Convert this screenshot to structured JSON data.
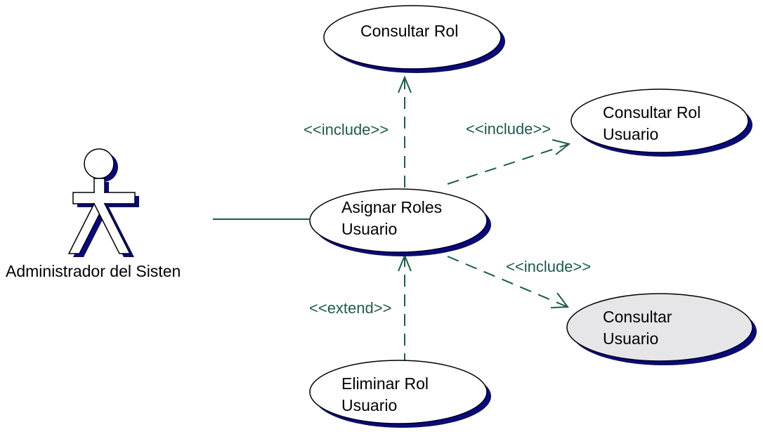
{
  "colors": {
    "shadow": "#0a0a7a",
    "edge": "#1f5a4f",
    "ellipse_fill": "#ffffff",
    "highlight_fill": "#e6e6e8",
    "stroke": "#000000"
  },
  "actor": {
    "name": "Administrador del Sisten"
  },
  "use_cases": {
    "consultar_rol": {
      "lines": [
        "Consultar Rol"
      ]
    },
    "consultar_rol_usuario": {
      "lines": [
        "Consultar Rol",
        "Usuario"
      ]
    },
    "asignar_roles_usuario": {
      "lines": [
        "Asignar Roles",
        "Usuario"
      ]
    },
    "consultar_usuario": {
      "lines": [
        "Consultar",
        "Usuario"
      ]
    },
    "eliminar_rol_usuario": {
      "lines": [
        "Eliminar Rol",
        "Usuario"
      ]
    }
  },
  "relations": {
    "include_consultar_rol": "<<include>>",
    "include_consultar_rol_usuario": "<<include>>",
    "include_consultar_usuario": "<<include>>",
    "extend_eliminar_rol_usuario": "<<extend>>"
  }
}
